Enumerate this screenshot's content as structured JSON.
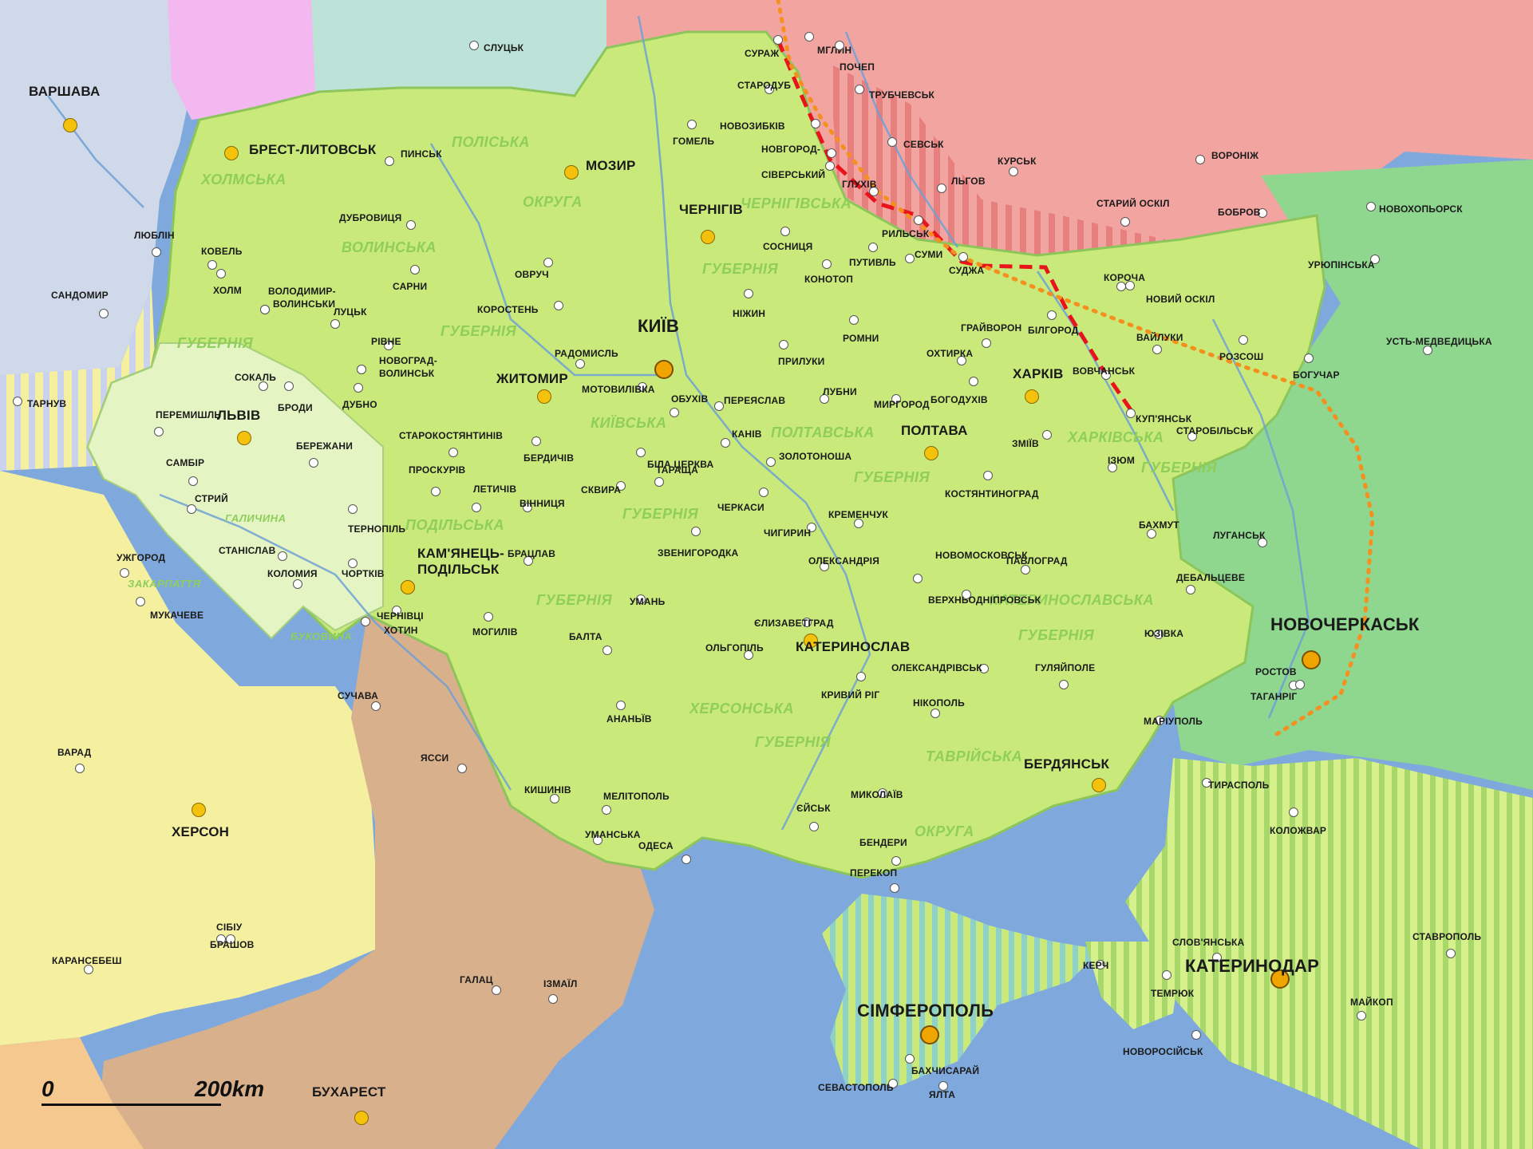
{
  "colors": {
    "sea": "#7fa9dc",
    "ukraine": "#c9ea7a",
    "russia": "#f2a5a0",
    "poland": "#cfd9e9",
    "belarus": "#bde3d9",
    "romania": "#f5f0a0",
    "moldova": "#d9b08c",
    "don": "#8fd68f",
    "galicia": "#e4f4c2",
    "river": "#6ea0d6",
    "border": "#5ea83a",
    "front_line": "#e8141a",
    "don_line": "#f5901e"
  },
  "scale": {
    "zero": "0",
    "distance": "200km"
  },
  "regions": [
    {
      "text": "ПОЛІСЬКА"
    },
    {
      "text": "ХОЛМСЬКА"
    },
    {
      "text": "ОКРУГА"
    },
    {
      "text": "ВОЛИНСЬКА"
    },
    {
      "text": "ГУБЕРНІЯ"
    },
    {
      "text": "ЧЕРНІГІВСЬКА"
    },
    {
      "text": "ГУБЕРНІЯ"
    },
    {
      "text": "КИЇВСЬКА"
    },
    {
      "text": "ГУБЕРНІЯ"
    },
    {
      "text": "ПОЛТАВСЬКА"
    },
    {
      "text": "ГУБЕРНІЯ"
    },
    {
      "text": "ХАРКІВСЬКА"
    },
    {
      "text": "ГУБЕРНІЯ"
    },
    {
      "text": "ГАЛИЧИНА"
    },
    {
      "text": "ЗАКАРПАТТЯ"
    },
    {
      "text": "БУКОВИНА"
    },
    {
      "text": "ПОДІЛЬСЬКА"
    },
    {
      "text": "ГУБЕРНІЯ"
    },
    {
      "text": "ГУБЕРНІЯ"
    },
    {
      "text": "КАТЕРИНОСЛАВСЬКА"
    },
    {
      "text": "ГУБЕРНІЯ"
    },
    {
      "text": "ХЕРСОНСЬКА"
    },
    {
      "text": "ГУБЕРНІЯ"
    },
    {
      "text": "ТАВРІЙСЬКА"
    },
    {
      "text": "ОКРУГА"
    }
  ],
  "cities": [
    {
      "name": "ВАРШАВА",
      "kind": "capital"
    },
    {
      "name": "СЛУЦЬК",
      "kind": "town"
    },
    {
      "name": "СУРАЖ",
      "kind": "town"
    },
    {
      "name": "МГЛИН",
      "kind": "town"
    },
    {
      "name": "ПОЧЕП",
      "kind": "town"
    },
    {
      "name": "СТАРОДУБ",
      "kind": "town"
    },
    {
      "name": "ТРУБЧЕВСЬК",
      "kind": "town"
    },
    {
      "name": "НОВОЗИБКІВ",
      "kind": "town"
    },
    {
      "name": "ГОМЕЛЬ",
      "kind": "town"
    },
    {
      "name": "СЕВСЬК",
      "kind": "town"
    },
    {
      "name": "НОВГОРОД-",
      "kind": "town"
    },
    {
      "name": "СІВЕРСЬКИЙ",
      "kind": "town"
    },
    {
      "name": "БРЕСТ-ЛИТОВСЬК",
      "kind": "capital"
    },
    {
      "name": "ПИНСЬК",
      "kind": "town"
    },
    {
      "name": "МОЗИР",
      "kind": "capital"
    },
    {
      "name": "ГЛУХІВ",
      "kind": "town"
    },
    {
      "name": "ЛЬГОВ",
      "kind": "town"
    },
    {
      "name": "КУРСЬК",
      "kind": "town"
    },
    {
      "name": "ВОРОНІЖ",
      "kind": "town"
    },
    {
      "name": "СТАРИЙ ОСКІЛ",
      "kind": "town"
    },
    {
      "name": "БОБРОВ",
      "kind": "town"
    },
    {
      "name": "НОВОХОПЬОРСК",
      "kind": "town"
    },
    {
      "name": "ЛЮБЛІН",
      "kind": "town"
    },
    {
      "name": "ДУБРОВИЦЯ",
      "kind": "town"
    },
    {
      "name": "ЧЕРНІГІВ",
      "kind": "capital"
    },
    {
      "name": "РИЛЬСЬК",
      "kind": "town"
    },
    {
      "name": "СОСНИЦЯ",
      "kind": "town"
    },
    {
      "name": "КОВЕЛЬ",
      "kind": "town"
    },
    {
      "name": "ПУТИВЛЬ",
      "kind": "town"
    },
    {
      "name": "ОВРУЧ",
      "kind": "town"
    },
    {
      "name": "УРЮПІНСЬКА",
      "kind": "town"
    },
    {
      "name": "СУДЖА",
      "kind": "town"
    },
    {
      "name": "КОНОТОП",
      "kind": "town"
    },
    {
      "name": "СУМИ",
      "kind": "town"
    },
    {
      "name": "КОРОЧА",
      "kind": "town"
    },
    {
      "name": "ХОЛМ",
      "kind": "town"
    },
    {
      "name": "САРНИ",
      "kind": "town"
    },
    {
      "name": "САНДОМИР",
      "kind": "town"
    },
    {
      "name": "ВОЛОДИМИР-",
      "kind": "town"
    },
    {
      "name": "ВОЛИНСЬКИ",
      "kind": "town"
    },
    {
      "name": "КОРОСТЕНЬ",
      "kind": "town"
    },
    {
      "name": "НІЖИН",
      "kind": "town"
    },
    {
      "name": "НОВИЙ ОСКІЛ",
      "kind": "town"
    },
    {
      "name": "ЛУЦЬК",
      "kind": "town"
    },
    {
      "name": "ВАЙЛУКИ",
      "kind": "town"
    },
    {
      "name": "УСТЬ-МЕДВЕДИЦЬКА",
      "kind": "town"
    },
    {
      "name": "КИЇВ",
      "kind": "major"
    },
    {
      "name": "ГРАЙВОРОН",
      "kind": "town"
    },
    {
      "name": "БІЛГОРОД",
      "kind": "town"
    },
    {
      "name": "РІВНЕ",
      "kind": "town"
    },
    {
      "name": "РАДОМИСЛЬ",
      "kind": "town"
    },
    {
      "name": "РОМНИ",
      "kind": "town"
    },
    {
      "name": "РОЗСОШ",
      "kind": "town"
    },
    {
      "name": "ПРИЛУКИ",
      "kind": "town"
    },
    {
      "name": "НОВОГРАД-",
      "kind": "town"
    },
    {
      "name": "ВОЛИНСЬК",
      "kind": "town"
    },
    {
      "name": "ЖИТОМИР",
      "kind": "capital"
    },
    {
      "name": "ОХТИРКА",
      "kind": "town"
    },
    {
      "name": "СОКАЛЬ",
      "kind": "town"
    },
    {
      "name": "МОТОВИЛІВКА",
      "kind": "town"
    },
    {
      "name": "ХАРКІВ",
      "kind": "capital"
    },
    {
      "name": "ВОВЧАНСЬК",
      "kind": "town"
    },
    {
      "name": "БОГУЧАР",
      "kind": "town"
    },
    {
      "name": "ДУБНО",
      "kind": "town"
    },
    {
      "name": "ОБУХІВ",
      "kind": "town"
    },
    {
      "name": "ПЕРЕЯСЛАВ",
      "kind": "town"
    },
    {
      "name": "ЛУБНИ",
      "kind": "town"
    },
    {
      "name": "МИРГОРОД",
      "kind": "town"
    },
    {
      "name": "БОГОДУХІВ",
      "kind": "town"
    },
    {
      "name": "ТАРНУВ",
      "kind": "town"
    },
    {
      "name": "БРОДИ",
      "kind": "town"
    },
    {
      "name": "ПЕРЕМИШЛЬ",
      "kind": "town"
    },
    {
      "name": "КУП'ЯНСЬК",
      "kind": "town"
    },
    {
      "name": "КАНІВ",
      "kind": "town"
    },
    {
      "name": "ПОЛТАВА",
      "kind": "capital"
    },
    {
      "name": "СТАРОКОСТЯНТИНІВ",
      "kind": "town"
    },
    {
      "name": "ЛЬВІВ",
      "kind": "capital"
    },
    {
      "name": "ЗМІЇВ",
      "kind": "town"
    },
    {
      "name": "СТАРОБІЛЬСЬК",
      "kind": "town"
    },
    {
      "name": "БІЛА ЦЕРКВА",
      "kind": "town"
    },
    {
      "name": "БЕРДИЧІВ",
      "kind": "town"
    },
    {
      "name": "ЗОЛОТОНОША",
      "kind": "town"
    },
    {
      "name": "БЕРЕЖАНИ",
      "kind": "town"
    },
    {
      "name": "ІЗЮМ",
      "kind": "town"
    },
    {
      "name": "ПРОСКУРІВ",
      "kind": "town"
    },
    {
      "name": "ЛЕТИЧІВ",
      "kind": "town"
    },
    {
      "name": "ТАРАЩА",
      "kind": "town"
    },
    {
      "name": "КОСТЯНТИНОГРАД",
      "kind": "town"
    },
    {
      "name": "САМБІР",
      "kind": "town"
    },
    {
      "name": "СКВИРА",
      "kind": "town"
    },
    {
      "name": "ЧЕРКАСИ",
      "kind": "town"
    },
    {
      "name": "ВІННИЦЯ",
      "kind": "town"
    },
    {
      "name": "КРЕМЕНЧУК",
      "kind": "town"
    },
    {
      "name": "СТРИЙ",
      "kind": "town"
    },
    {
      "name": "ТЕРНОПІЛЬ",
      "kind": "town"
    },
    {
      "name": "ЧИГИРИН",
      "kind": "town"
    },
    {
      "name": "ЗВЕНИГОРОДКА",
      "kind": "town"
    },
    {
      "name": "БАХМУТ",
      "kind": "town"
    },
    {
      "name": "ЛУГАНСЬК",
      "kind": "town"
    },
    {
      "name": "СТАНІСЛАВ",
      "kind": "town"
    },
    {
      "name": "БРАЦЛАВ",
      "kind": "town"
    },
    {
      "name": "НОВОМОСКОВСЬК",
      "kind": "town"
    },
    {
      "name": "УЖГОРОД",
      "kind": "town"
    },
    {
      "name": "ЧОРТКІВ",
      "kind": "town"
    },
    {
      "name": "КАМ'ЯНЕЦЬ-",
      "kind": "capital"
    },
    {
      "name": "ПОДІЛЬСЬК",
      "kind": "capital"
    },
    {
      "name": "ОЛЕКСАНДРІЯ",
      "kind": "town"
    },
    {
      "name": "ПАВЛОГРАД",
      "kind": "town"
    },
    {
      "name": "ДЕБАЛЬЦЕВЕ",
      "kind": "town"
    },
    {
      "name": "КОЛОМИЯ",
      "kind": "town"
    },
    {
      "name": "МУКАЧЕВЕ",
      "kind": "town"
    },
    {
      "name": "УМАНЬ",
      "kind": "town"
    },
    {
      "name": "ВЕРХНЬОДНІПРОВСЬК",
      "kind": "town"
    },
    {
      "name": "МОГИЛІВ",
      "kind": "town"
    },
    {
      "name": "ХОТИН",
      "kind": "town"
    },
    {
      "name": "ЧЕРНІВЦІ",
      "kind": "town"
    },
    {
      "name": "ЄЛИЗАВЕТГРАД",
      "kind": "town"
    },
    {
      "name": "КАТЕРИНОСЛАВ",
      "kind": "capital"
    },
    {
      "name": "ОЛЬГОПІЛЬ",
      "kind": "town"
    },
    {
      "name": "НОВОЧЕРКАСЬК",
      "kind": "major"
    },
    {
      "name": "ЮЗІВКА",
      "kind": "town"
    },
    {
      "name": "БАЛТА",
      "kind": "town"
    },
    {
      "name": "ОЛЕКСАНДРІВСЬК",
      "kind": "town"
    },
    {
      "name": "ГУЛЯЙПОЛЕ",
      "kind": "town"
    },
    {
      "name": "РОСТОВ",
      "kind": "town"
    },
    {
      "name": "КРИВИЙ РІГ",
      "kind": "town"
    },
    {
      "name": "ТАГАНРІГ",
      "kind": "town"
    },
    {
      "name": "СУЧАВА",
      "kind": "town"
    },
    {
      "name": "НІКОПОЛЬ",
      "kind": "town"
    },
    {
      "name": "АНАНЬЇВ",
      "kind": "town"
    },
    {
      "name": "МАРІУПОЛЬ",
      "kind": "town"
    },
    {
      "name": "ВАРАД",
      "kind": "town"
    },
    {
      "name": "ЯССИ",
      "kind": "town"
    },
    {
      "name": "БЕРДЯНСЬК",
      "kind": "capital"
    },
    {
      "name": "КИШИНІВ",
      "kind": "town"
    },
    {
      "name": "МИКОЛАЇВ",
      "kind": "town"
    },
    {
      "name": "МЕЛІТОПОЛЬ",
      "kind": "town"
    },
    {
      "name": "ТИРАСПОЛЬ",
      "kind": "town"
    },
    {
      "name": "ЄЙСЬК",
      "kind": "town"
    },
    {
      "name": "ХЕРСОН",
      "kind": "capital"
    },
    {
      "name": "КОЛОЖВАР",
      "kind": "town"
    },
    {
      "name": "УМАНСЬКА",
      "kind": "town"
    },
    {
      "name": "БЕНДЕРИ",
      "kind": "town"
    },
    {
      "name": "ОДЕСА",
      "kind": "town"
    },
    {
      "name": "ПЕРЕКОП",
      "kind": "town"
    },
    {
      "name": "СІБІУ",
      "kind": "town"
    },
    {
      "name": "СТАВРОПОЛЬ",
      "kind": "town"
    },
    {
      "name": "БРАШОВ",
      "kind": "town"
    },
    {
      "name": "СЛОВ'ЯНСЬКА",
      "kind": "town"
    },
    {
      "name": "КАТЕРИНОДАР",
      "kind": "major"
    },
    {
      "name": "КАРАНСЕБЕШ",
      "kind": "town"
    },
    {
      "name": "КЕРЧ",
      "kind": "town"
    },
    {
      "name": "ТЕМРЮК",
      "kind": "town"
    },
    {
      "name": "ГАЛАЦ",
      "kind": "town"
    },
    {
      "name": "ІЗМАЇЛ",
      "kind": "town"
    },
    {
      "name": "МАЙКОП",
      "kind": "town"
    },
    {
      "name": "СІМФЕРОПОЛЬ",
      "kind": "major"
    },
    {
      "name": "НОВОРОСІЙСЬК",
      "kind": "town"
    },
    {
      "name": "БАХЧИСАРАЙ",
      "kind": "town"
    },
    {
      "name": "СЕВАСТОПОЛЬ",
      "kind": "town"
    },
    {
      "name": "ЯЛТА",
      "kind": "town"
    },
    {
      "name": "БУХАРЕСТ",
      "kind": "capital"
    }
  ]
}
